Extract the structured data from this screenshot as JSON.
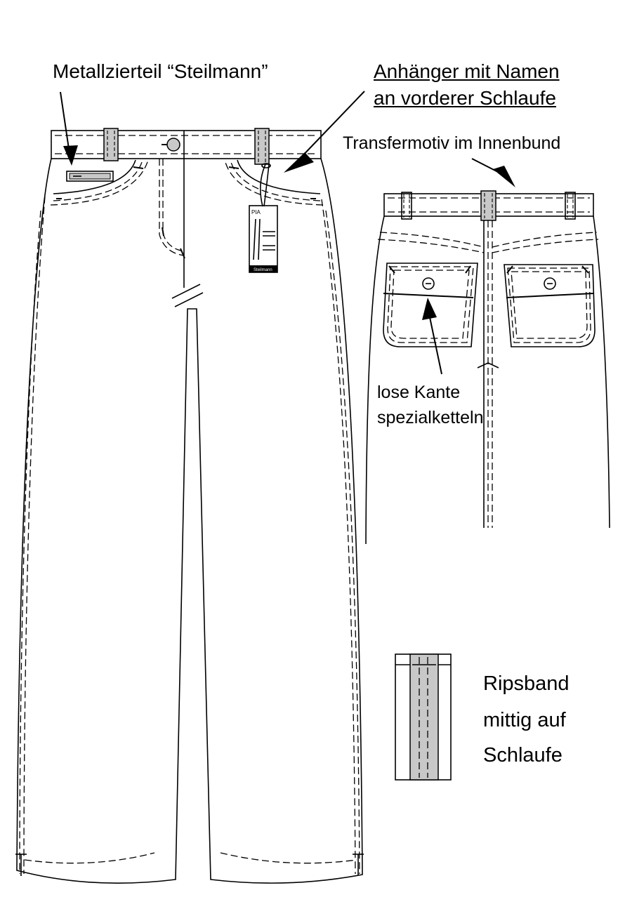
{
  "labels": {
    "metal_ornament": "Metallzierteil “Steilmann”",
    "tag_line1": "Anhänger mit Namen",
    "tag_line2": "an vorderer Schlaufe",
    "transfer": "Transfermotiv im Innenbund",
    "loose_edge_line1": "lose Kante",
    "loose_edge_line2": "spezialketteln",
    "ribbon_line1": "Ripsband",
    "ribbon_line2": "mittig auf",
    "ribbon_line3": "Schlaufe"
  },
  "hang_tag": {
    "name": "PIA",
    "brand": "Steilmann"
  },
  "colors": {
    "line": "#000000",
    "ribbon_fill": "#c8c8c8",
    "background": "#ffffff"
  }
}
